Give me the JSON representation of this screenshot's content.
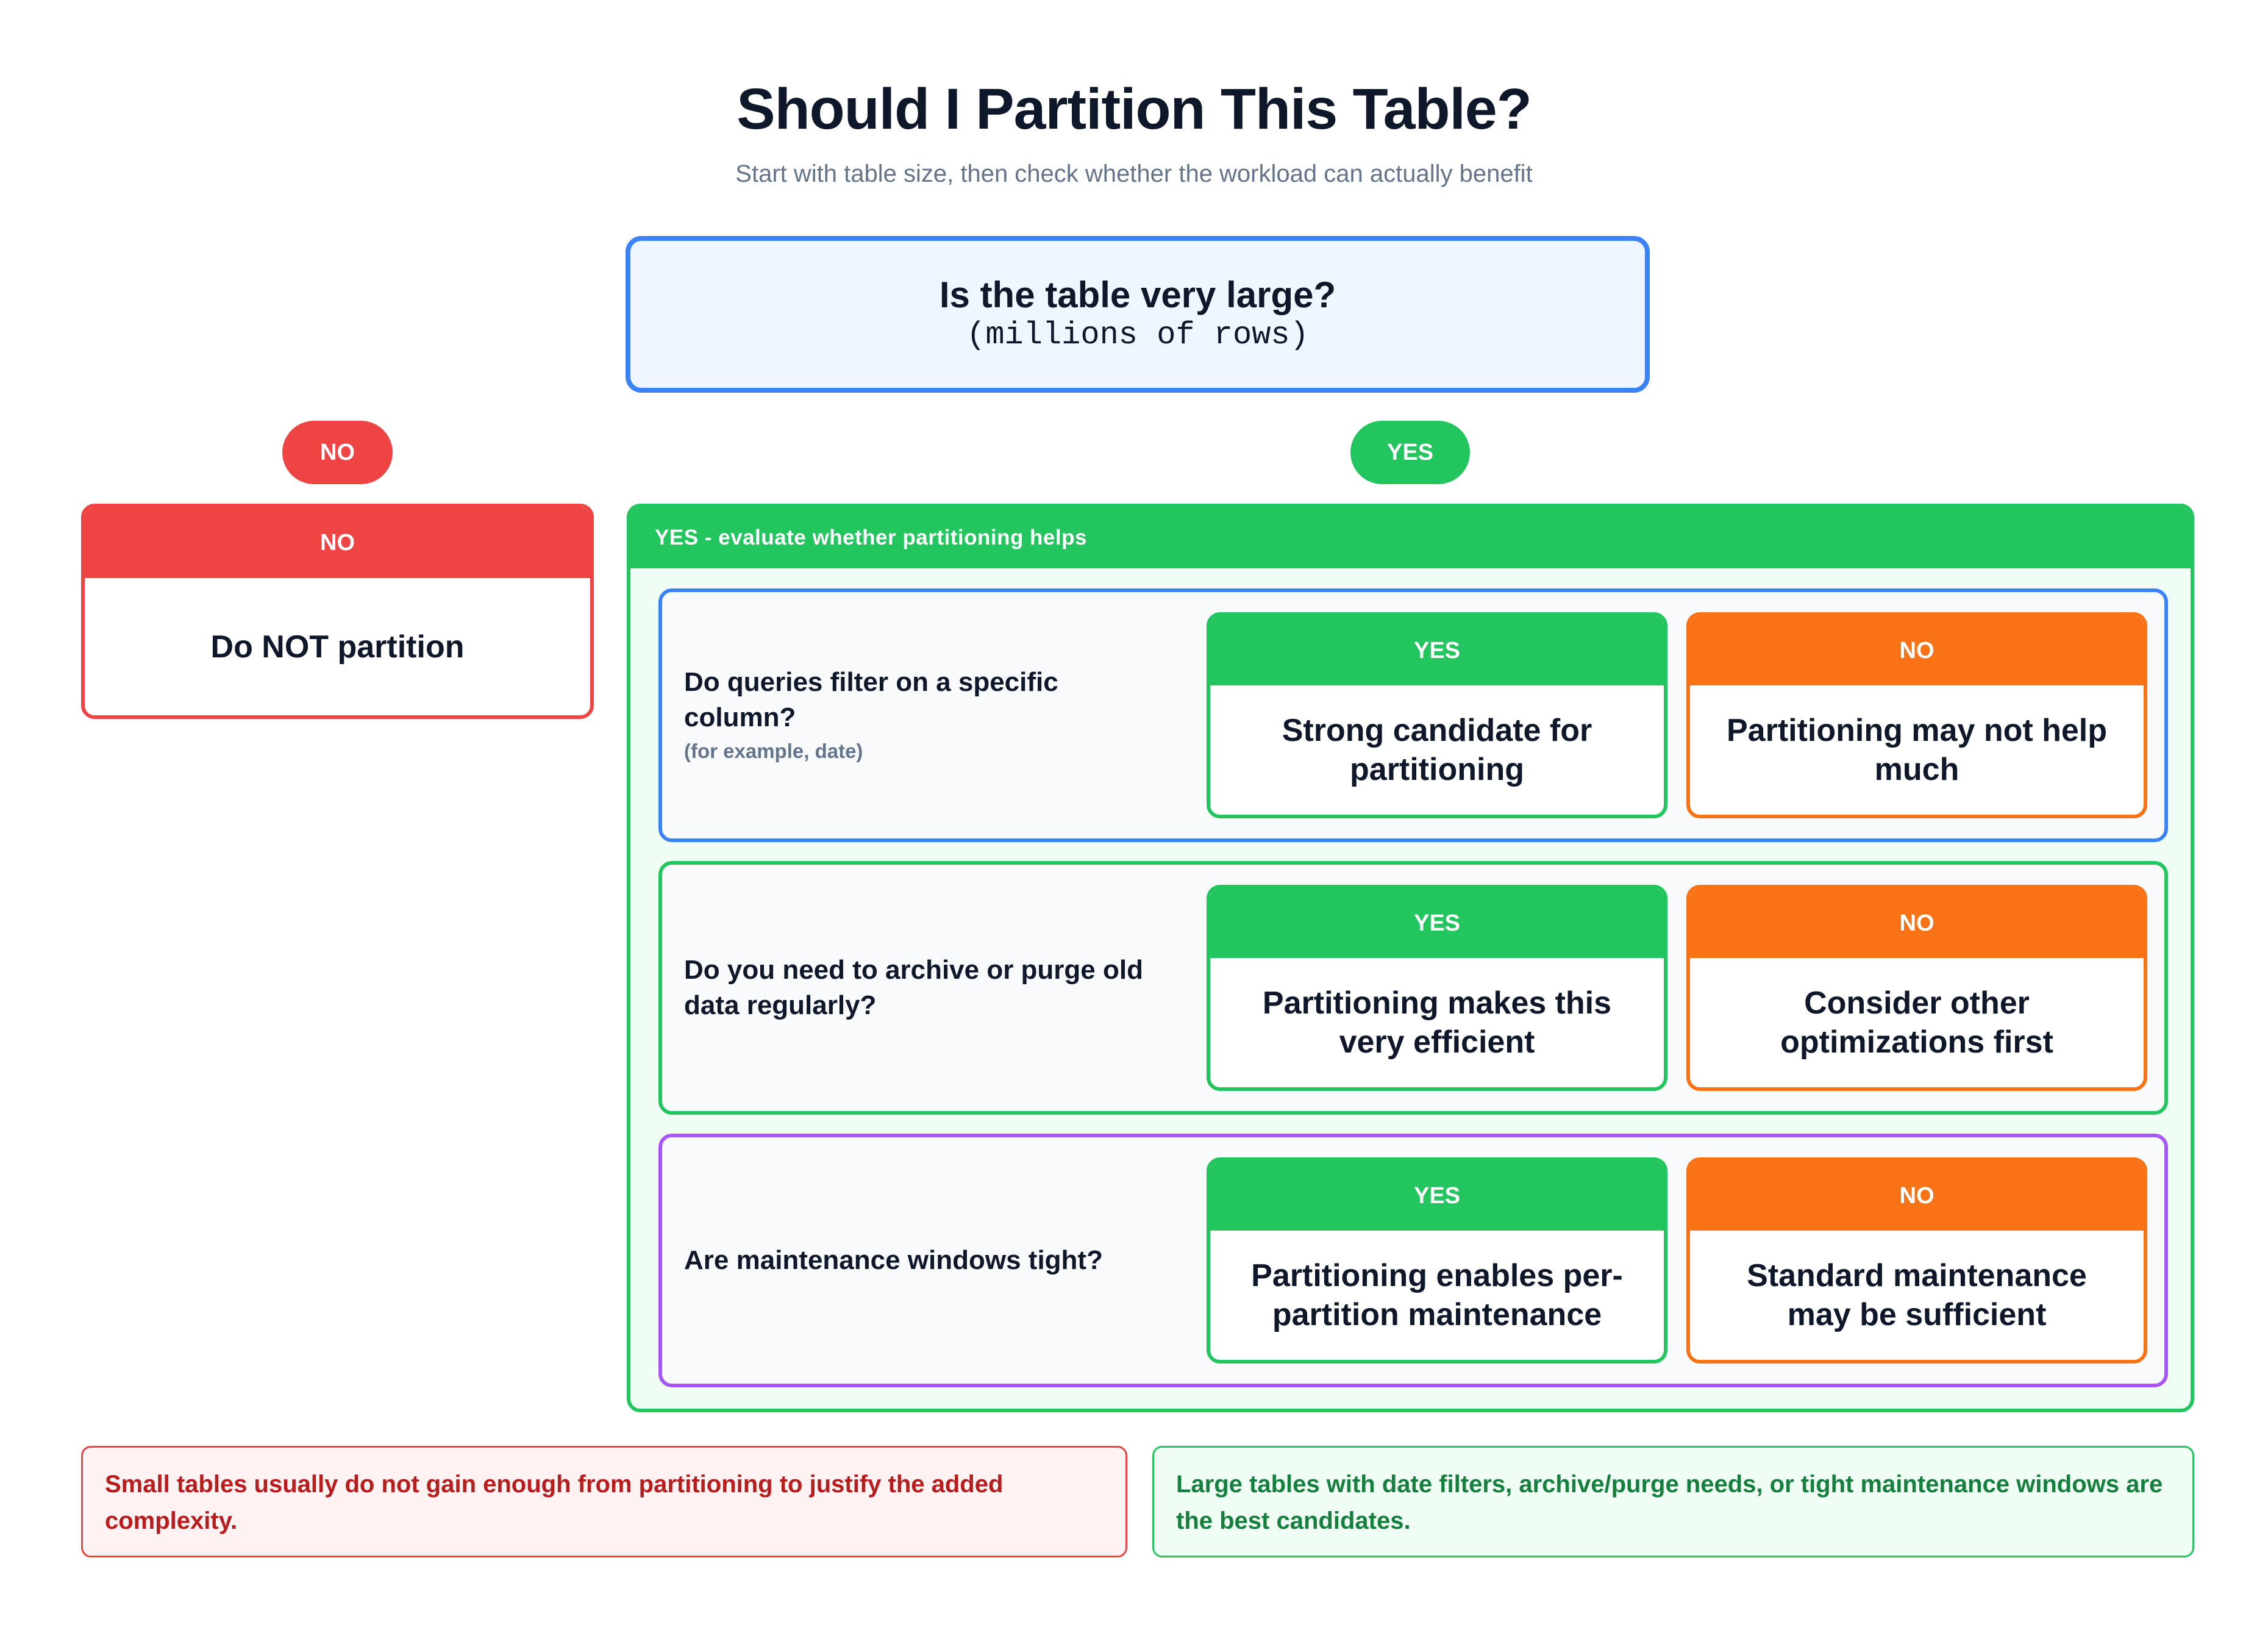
{
  "header": {
    "title": "Should I Partition This Table?",
    "subtitle": "Start with table size, then check whether the workload can actually benefit"
  },
  "root": {
    "question": "Is the table very large?",
    "detail": "(millions of rows)"
  },
  "branches": {
    "no_label": "NO",
    "yes_label": "YES"
  },
  "no_card": {
    "header": "NO",
    "text": "Do NOT partition"
  },
  "yes_panel": {
    "header": "YES - evaluate whether partitioning helps",
    "questions": [
      {
        "question": "Do queries filter on a specific column?",
        "hint": "(for example, date)",
        "yes_label": "YES",
        "yes_text": "Strong candidate for partitioning",
        "no_label": "NO",
        "no_text": "Partitioning may not help much"
      },
      {
        "question": "Do you need to archive or purge old data regularly?",
        "hint": "",
        "yes_label": "YES",
        "yes_text": "Partitioning makes this very efficient",
        "no_label": "NO",
        "no_text": "Consider other optimizations first"
      },
      {
        "question": "Are maintenance windows tight?",
        "hint": "",
        "yes_label": "YES",
        "yes_text": "Partitioning enables per-partition maintenance",
        "no_label": "NO",
        "no_text": "Standard maintenance may be sufficient"
      }
    ]
  },
  "notes": {
    "left": "Small tables usually do not gain enough from partitioning to justify the added complexity.",
    "right": "Large tables with date filters, archive/purge needs, or tight maintenance windows are the best candidates."
  },
  "colors": {
    "blue": "#3b82f6",
    "green": "#22c55e",
    "purple": "#a855f7",
    "orange": "#f97316",
    "red": "#ef4444"
  }
}
